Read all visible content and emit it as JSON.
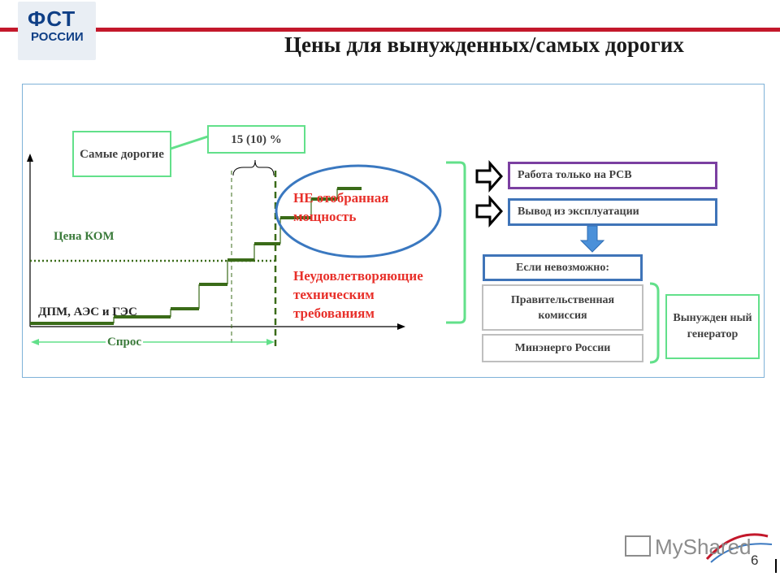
{
  "header": {
    "logo_line1": "ФСТ",
    "logo_line2": "РОССИИ",
    "title": "Цены для вынужденных/самых дорогих"
  },
  "diagram": {
    "most_expensive": "Самые дорогие",
    "percent_label": "15 (10) %",
    "price_kom": "Цена КОМ",
    "dpm_label": "ДПМ, АЭС и ГЭС",
    "demand_label": "Спрос",
    "not_selected": "НЕ отобранная мощность",
    "not_meeting": "Неудовлетворяющие техническим требованиям",
    "work_rsv": "Работа только на РСВ",
    "decommission": "Вывод из эксплуатации",
    "if_impossible": "Если невозможно:",
    "gov_commission": "Правительственная комиссия",
    "minenergo": "Минэнерго России",
    "forced_generator": "Вынужден ный генератор"
  },
  "watermark": "MyShared",
  "page_number": "6",
  "colors": {
    "step_line": "#3a6b18",
    "accent_green": "#62e08a",
    "red_text": "#e8302a",
    "ellipse_blue": "#3a78c0",
    "purple_border": "#7b3fa1",
    "blue_border": "#3f74b8",
    "down_arrow": "#4a90d9"
  }
}
